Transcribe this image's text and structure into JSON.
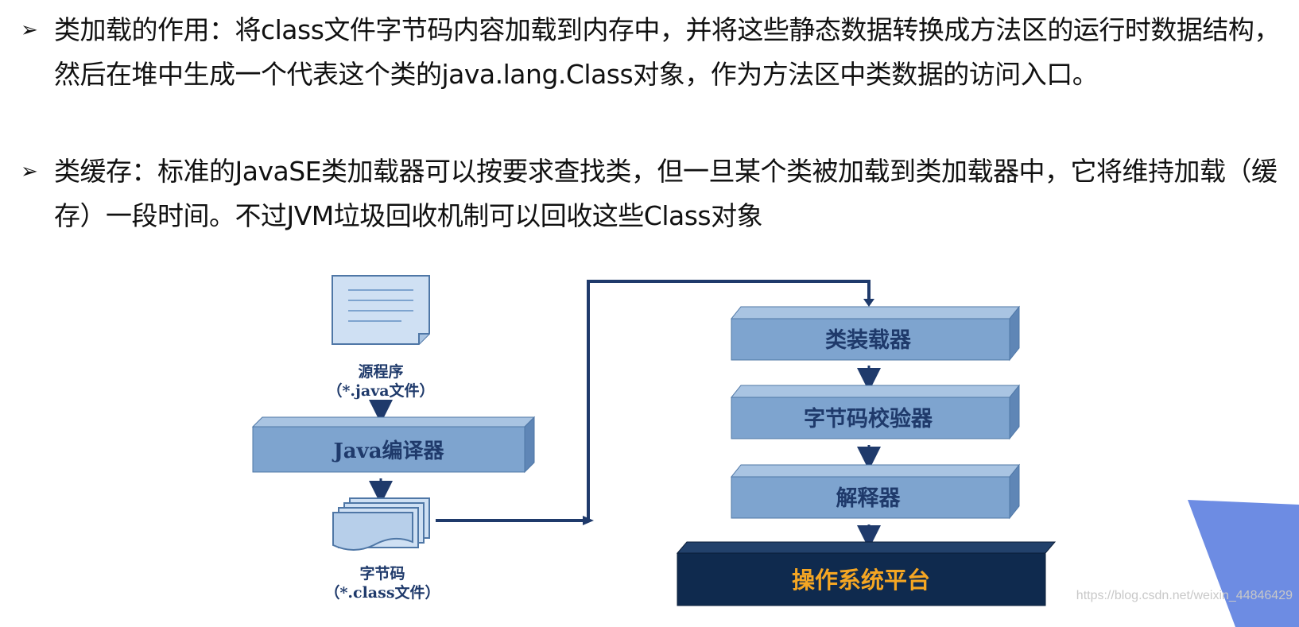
{
  "bullets": [
    {
      "marker": "➢",
      "text": "类加载的作用：将class文件字节码内容加载到内存中，并将这些静态数据转换成方法区的运行时数据结构，然后在堆中生成一个代表这个类的java.lang.Class对象，作为方法区中类数据的访问入口。"
    },
    {
      "marker": "➢",
      "text": "类缓存：标准的JavaSE类加载器可以按要求查找类，但一旦某个类被加载到类加载器中，它将维持加载（缓存）一段时间。不过JVM垃圾回收机制可以回收这些Class对象"
    }
  ],
  "diagram": {
    "source_label": "源程序",
    "source_sub": "（*.java文件）",
    "compiler_label": "Java编译器",
    "bytecode_label": "字节码",
    "bytecode_sub": "（*.class文件）",
    "class_loader_label": "类装载器",
    "verifier_label": "字节码校验器",
    "interpreter_label": "解释器",
    "os_label": "操作系统平台"
  },
  "watermark": "https://blog.csdn.net/weixin_44846429",
  "colors": {
    "box_fill": "#7ea4cf",
    "box_top": "#a9c4e2",
    "box_border": "#4f77a6",
    "os_fill": "#0f2a4e",
    "os_text": "#f5a623",
    "arrow": "#1f3a6b",
    "label_text": "#1f3a6b",
    "doc_fill": "#cfe0f3",
    "corner_shape": "#5d7fe0"
  }
}
